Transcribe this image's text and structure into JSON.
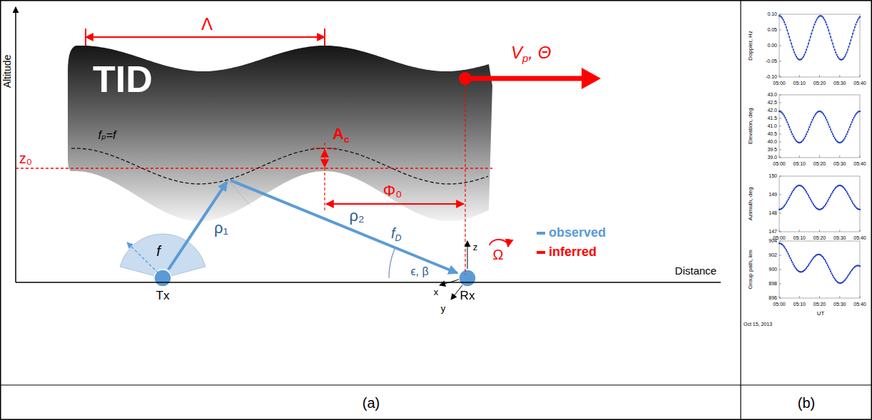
{
  "diagram": {
    "nodes": [
      {
        "text": [
          "TID"
        ]
      },
      {
        "text": [
          "Tx"
        ]
      },
      {
        "text": [
          "Rx"
        ]
      }
    ],
    "labels": [
      "Λ",
      "A",
      "c",
      "z₀",
      "fₚ=f",
      "Φ₀",
      "V",
      "p",
      ", Θ",
      "f",
      "ρ₁",
      "ρ₂",
      "f",
      "D",
      "ϵ, β",
      "z",
      "x",
      "y",
      "Ω",
      "Altitude",
      "Distance",
      "Doppler, Hz",
      "0.10",
      "0.05",
      "0.00",
      "-0.05",
      "-0.10",
      "05:00",
      "05:10",
      "05:20",
      "05:30",
      "05:40",
      "Elevation, deg",
      "43.0",
      "42.5",
      "42.0",
      "41.5",
      "41.0",
      "40.5",
      "40.0",
      "39.5",
      "39.0",
      "05:00",
      "05:10",
      "05:20",
      "05:30",
      "05:40",
      "Azimuth, deg",
      "150",
      "149",
      "148",
      "147",
      "05:00",
      "05:10",
      "05:20",
      "05:30",
      "05:40",
      "Group path, km",
      "904",
      "902",
      "900",
      "898",
      "896",
      "05:00",
      "05:10",
      "05:20",
      "05:30",
      "05:40",
      "UT",
      "Oct 15, 2013",
      "(a)",
      "(b)"
    ],
    "legend": [
      {
        "text": "observed",
        "color": "#5b9bd5"
      },
      {
        "text": "inferred",
        "color": "#ff0000"
      }
    ]
  }
}
